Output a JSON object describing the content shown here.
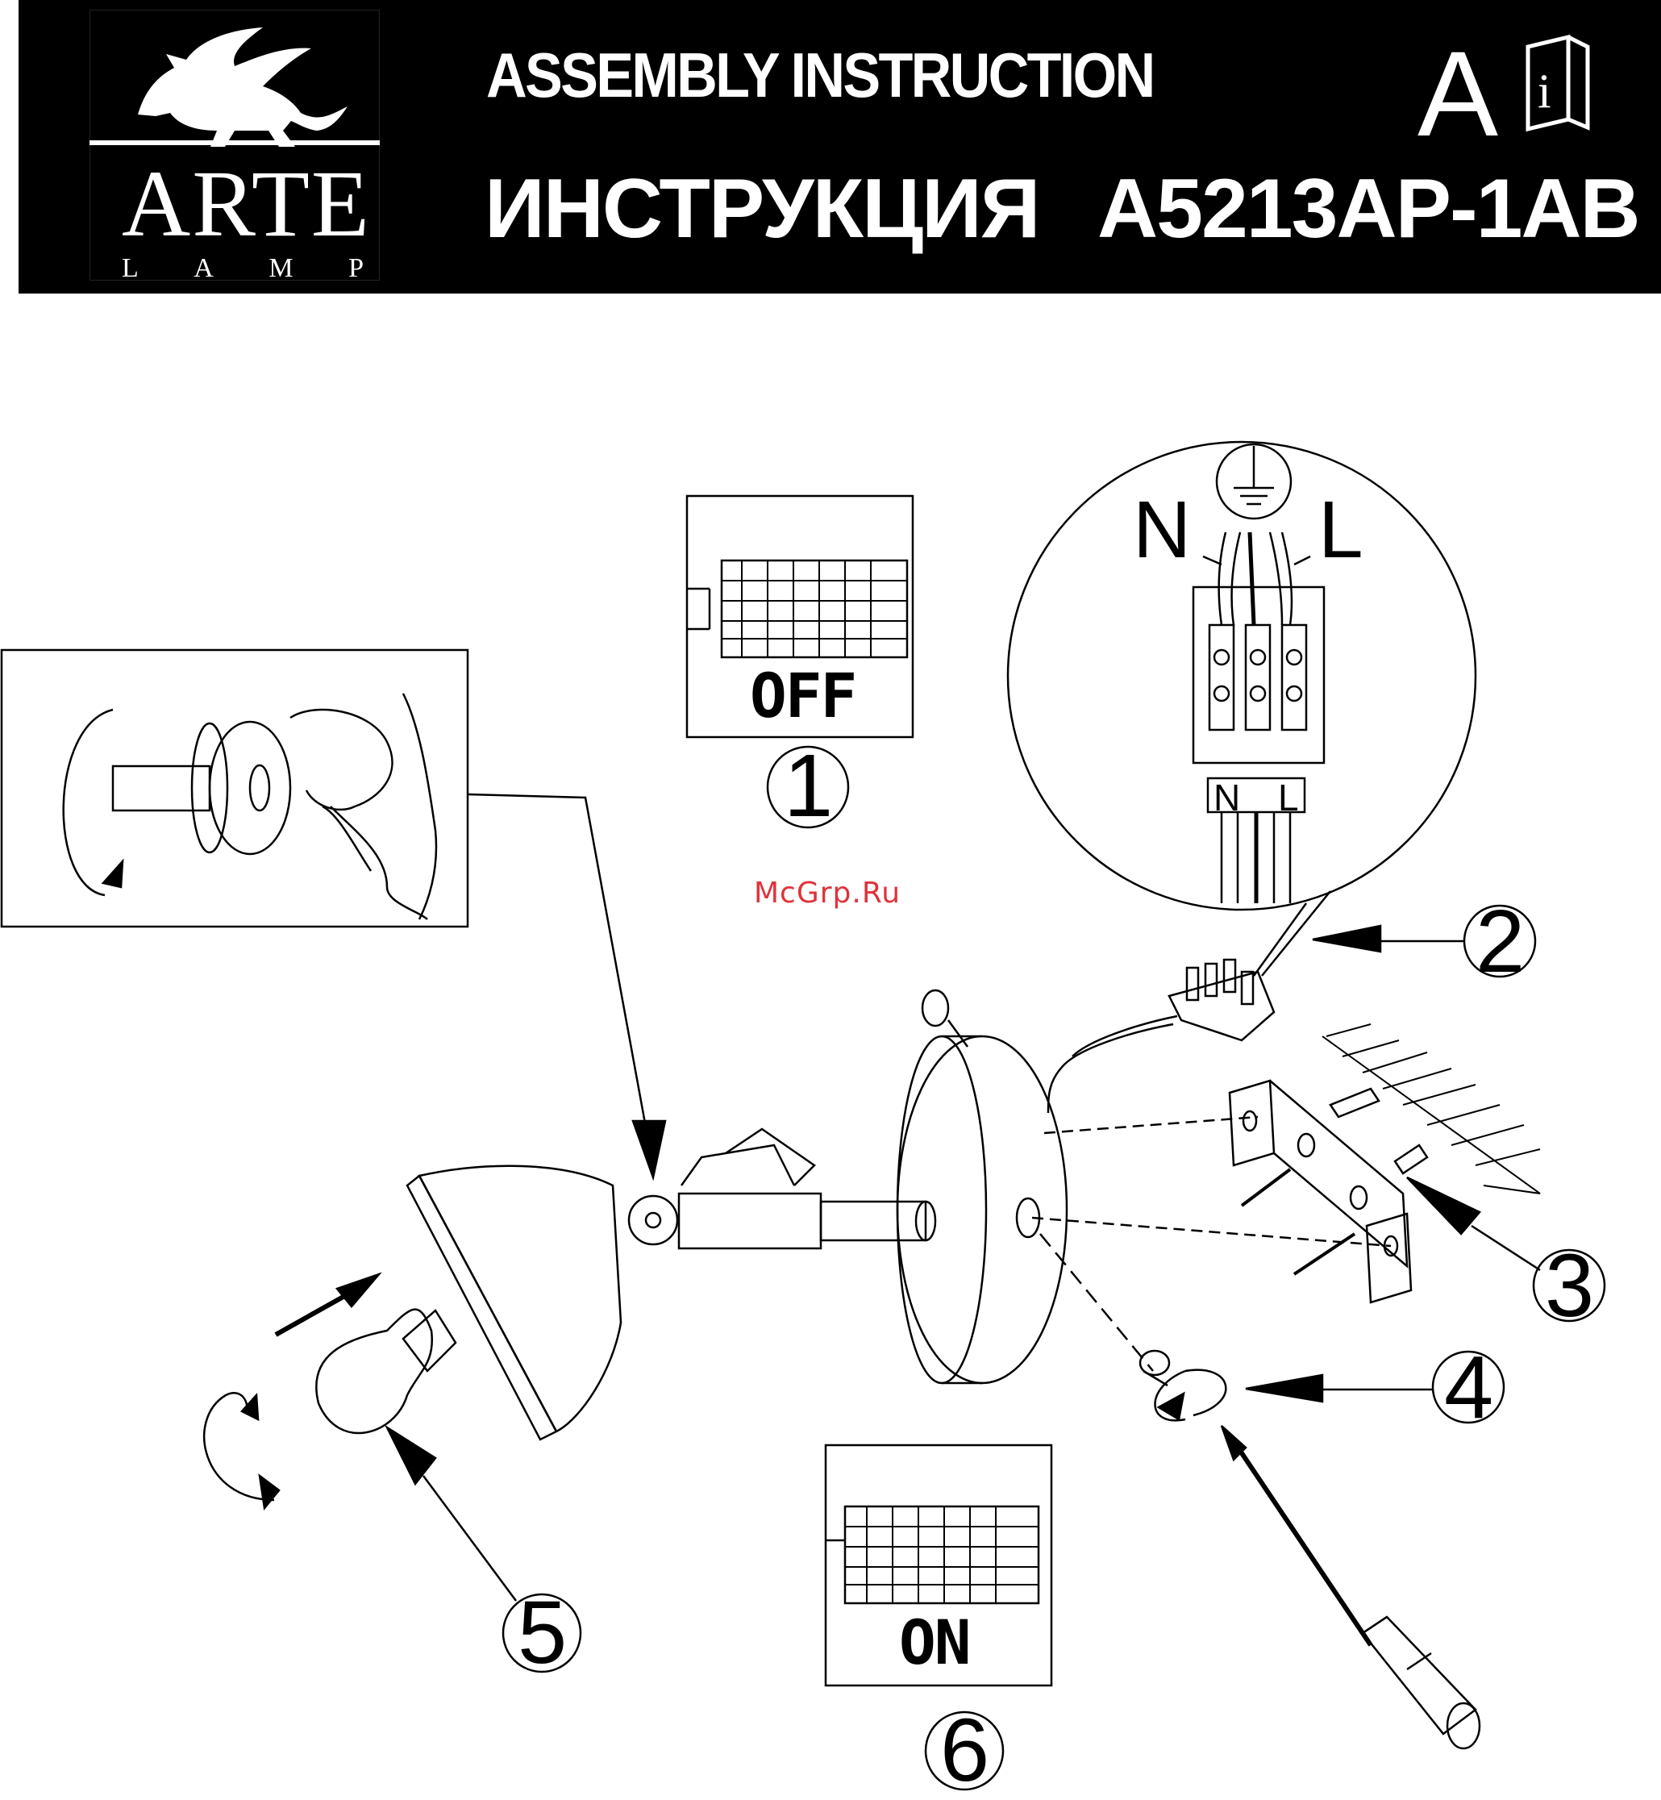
{
  "header": {
    "brand": "ARTE",
    "brand_sub": [
      "L",
      "A",
      "M",
      "P"
    ],
    "title_en": "ASSEMBLY INSTRUCTION",
    "title_ru": "ИНСТРУКЦИЯ",
    "model": "A5213AP-1AB",
    "class_letter": "A",
    "info_icon": "book-info-icon"
  },
  "steps": {
    "s1": "1",
    "s2": "2",
    "s3": "3",
    "s4": "4",
    "s5": "5",
    "s6": "6"
  },
  "switch_off": "OFF",
  "switch_on": "ON",
  "wiring": {
    "n": "N",
    "l": "L",
    "terminal_n": "N",
    "terminal_l": "L"
  },
  "watermark": "McGrp.Ru",
  "colors": {
    "header_bg": "#000000",
    "line": "#000000",
    "watermark": "#e0333a"
  }
}
